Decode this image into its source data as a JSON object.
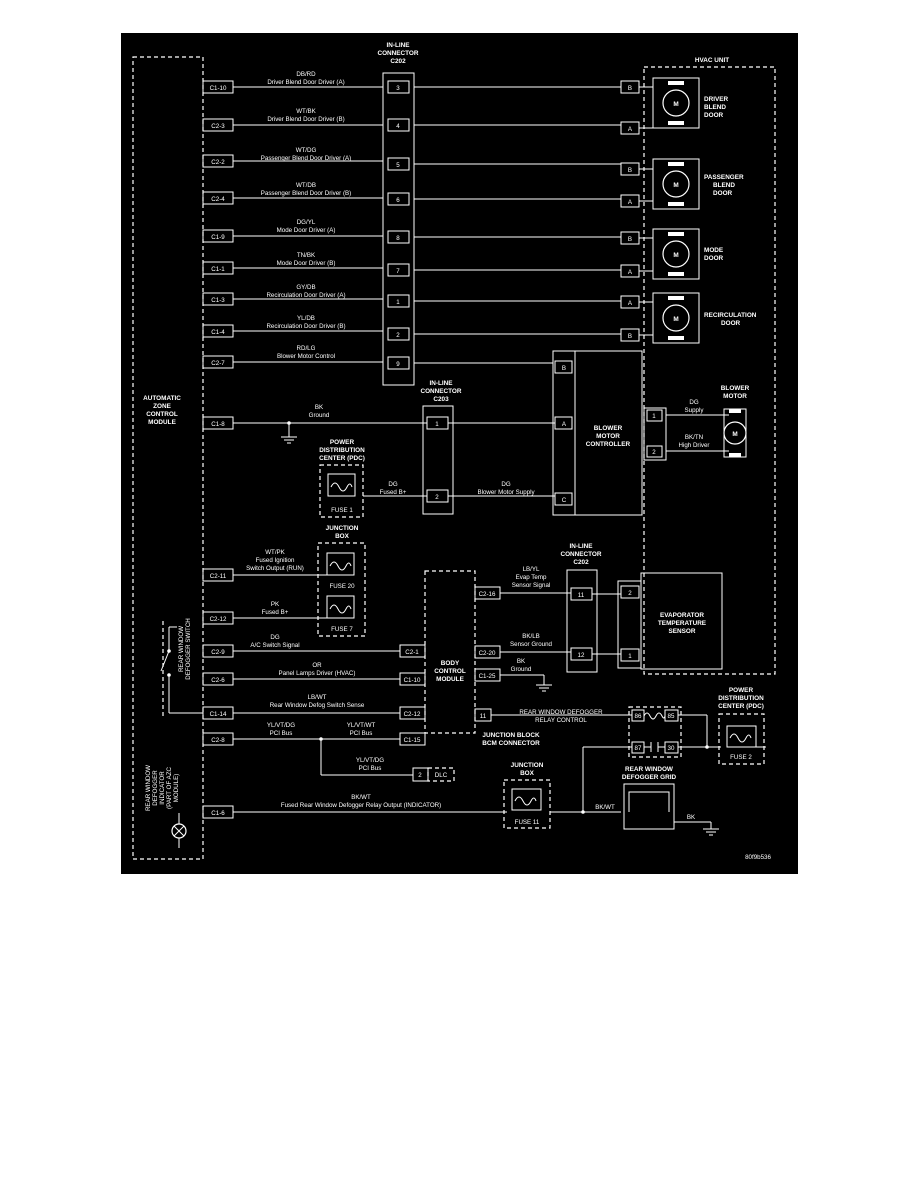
{
  "azc_module": {
    "label": [
      "AUTOMATIC",
      "ZONE",
      "CONTROL",
      "MODULE"
    ]
  },
  "connector_c202_top": {
    "label": [
      "IN-LINE",
      "CONNECTOR",
      "C202"
    ]
  },
  "hvac_unit": {
    "label": "HVAC UNIT"
  },
  "circuits": [
    {
      "azc_pin": "C1-10",
      "wire": "DB/RD",
      "desc": "Driver Blend Door Driver (A)",
      "conn_pin": "3",
      "hvac_pin": "B"
    },
    {
      "azc_pin": "C2-3",
      "wire": "WT/BK",
      "desc": "Driver Blend Door Driver (B)",
      "conn_pin": "4",
      "hvac_pin": "A"
    },
    {
      "azc_pin": "C2-2",
      "wire": "WT/DG",
      "desc": "Passenger Blend Door Driver (A)",
      "conn_pin": "5",
      "hvac_pin": "B"
    },
    {
      "azc_pin": "C2-4",
      "wire": "WT/DB",
      "desc": "Passenger Blend Door Driver (B)",
      "conn_pin": "6",
      "hvac_pin": "A"
    },
    {
      "azc_pin": "C1-9",
      "wire": "DG/YL",
      "desc": "Mode Door Driver (A)",
      "conn_pin": "8",
      "hvac_pin": "B"
    },
    {
      "azc_pin": "C1-1",
      "wire": "TN/BK",
      "desc": "Mode Door Driver (B)",
      "conn_pin": "7",
      "hvac_pin": "A"
    },
    {
      "azc_pin": "C1-3",
      "wire": "GY/DB",
      "desc": "Recirculation Door Driver (A)",
      "conn_pin": "1",
      "hvac_pin": "A"
    },
    {
      "azc_pin": "C1-4",
      "wire": "YL/DB",
      "desc": "Recirculation Door Driver (B)",
      "conn_pin": "2",
      "hvac_pin": "B"
    },
    {
      "azc_pin": "C2-7",
      "wire": "RD/LG",
      "desc": "Blower Motor Control",
      "conn_pin": "9",
      "hvac_pin": "B"
    }
  ],
  "motors": [
    {
      "label": [
        "DRIVER",
        "BLEND",
        "DOOR"
      ],
      "symbol": "M"
    },
    {
      "label": [
        "PASSENGER",
        "BLEND",
        "DOOR"
      ],
      "symbol": "M"
    },
    {
      "label": [
        "MODE",
        "DOOR"
      ],
      "symbol": "M"
    },
    {
      "label": [
        "RECIRCULATION",
        "DOOR"
      ],
      "symbol": "M"
    }
  ],
  "ground_circuit": {
    "azc_pin": "C1-8",
    "wire": "BK",
    "desc": "Ground",
    "conn_pin": "1",
    "bmc_pin": "A"
  },
  "connector_c203": {
    "label": [
      "IN-LINE",
      "CONNECTOR",
      "C203"
    ]
  },
  "blower_controller": {
    "label": [
      "BLOWER",
      "MOTOR",
      "CONTROLLER"
    ],
    "pin_top": "B",
    "pin_supply": "C"
  },
  "blower_motor": {
    "label": [
      "BLOWER",
      "MOTOR"
    ],
    "symbol": "M",
    "pin1": "1",
    "pin2": "2",
    "supply_wire": "DG",
    "supply_desc": "Supply",
    "high_wire": "BK/TN",
    "high_desc": "High Driver"
  },
  "pdc_top": {
    "label": [
      "POWER",
      "DISTRIBUTION",
      "CENTER (PDC)"
    ],
    "fuse": "FUSE 1"
  },
  "fused_b_plus": {
    "wire": "DG",
    "desc": "Fused B+",
    "conn_pin": "2"
  },
  "blower_supply": {
    "wire": "DG",
    "desc": "Blower Motor Supply"
  },
  "junction_box_top": {
    "label": [
      "JUNCTION",
      "BOX"
    ],
    "fuse_a": "FUSE 20",
    "fuse_b": "FUSE 7"
  },
  "ignition_circuit": {
    "azc_pin": "C2-11",
    "wire": "WT/PK",
    "desc": [
      "Fused Ignition",
      "Switch Output (RUN)"
    ]
  },
  "pk_circuit": {
    "azc_pin": "C2-12",
    "wire": "PK",
    "desc": "Fused B+"
  },
  "bcm": {
    "label": [
      "BODY",
      "CONTROL",
      "MODULE"
    ],
    "connector_label": [
      "JUNCTION BLOCK",
      "BCM CONNECTOR"
    ]
  },
  "bcm_circuits": [
    {
      "azc_pin": "C2-9",
      "wire": "DG",
      "desc": "A/C Switch Signal",
      "bcm_pin": "C2-1"
    },
    {
      "azc_pin": "C2-6",
      "wire": "OR",
      "desc": "Panel Lamps Driver (HVAC)",
      "bcm_pin": "C1-10"
    },
    {
      "azc_pin": "C1-14",
      "wire": "LB/WT",
      "desc": "Rear Window Defog Switch Sense",
      "bcm_pin": "C2-12"
    },
    {
      "azc_pin": "C2-8",
      "wire": "YL/VT/DG",
      "desc": "PCI Bus",
      "bcm_pin": "C1-15",
      "wire2": "YL/VT/WT",
      "desc2": "PCI Bus"
    }
  ],
  "dlc": {
    "wire": "YL/VT/DG",
    "desc": "PCI Bus",
    "pin": "2",
    "label": "DLC"
  },
  "connector_c202_bottom": {
    "label": [
      "IN-LINE",
      "CONNECTOR",
      "C202"
    ]
  },
  "evap_signal": {
    "bcm_pin": "C2-16",
    "wire": "LB/YL",
    "desc": [
      "Evap Temp",
      "Sensor Signal"
    ],
    "conn_pin": "11",
    "sensor_pin": "2"
  },
  "sensor_ground": {
    "bcm_pin": "C2-20",
    "wire": "BK/LB",
    "desc": "Sensor Ground",
    "conn_pin": "12",
    "sensor_pin": "1"
  },
  "bcm_ground": {
    "bcm_pin": "C1-25",
    "wire": "BK",
    "desc": "Ground"
  },
  "evap_sensor": {
    "label": [
      "EVAPORATOR",
      "TEMPERATURE",
      "SENSOR"
    ]
  },
  "defogger_relay": {
    "bcm_pin": "11",
    "desc": [
      "REAR WINDOW DEFOGGER",
      "RELAY CONTROL"
    ],
    "pins": [
      "86",
      "85",
      "87",
      "30"
    ]
  },
  "pdc_bottom": {
    "label": [
      "POWER",
      "DISTRIBUTION",
      "CENTER (PDC)"
    ],
    "fuse": "FUSE 2"
  },
  "junction_box_bottom": {
    "label": [
      "JUNCTION",
      "BOX"
    ],
    "fuse": "FUSE 11"
  },
  "defogger_grid": {
    "label": [
      "REAR WINDOW",
      "DEFOGGER GRID"
    ],
    "wire_in": "BK/WT",
    "wire_out": "BK"
  },
  "indicator_circuit": {
    "azc_pin": "C1-6",
    "wire": "BK/WT",
    "desc": "Fused Rear Window Defogger Relay Output (INDICATOR)"
  },
  "switch_label": [
    "REAR WINDOW",
    "DEFOGGER SWITCH"
  ],
  "indicator_label": [
    "REAR WINDOW",
    "DEFOGGER",
    "INDICATOR",
    "(PART OF AZC",
    "MODULE)"
  ],
  "figure_id": "80f9b536"
}
